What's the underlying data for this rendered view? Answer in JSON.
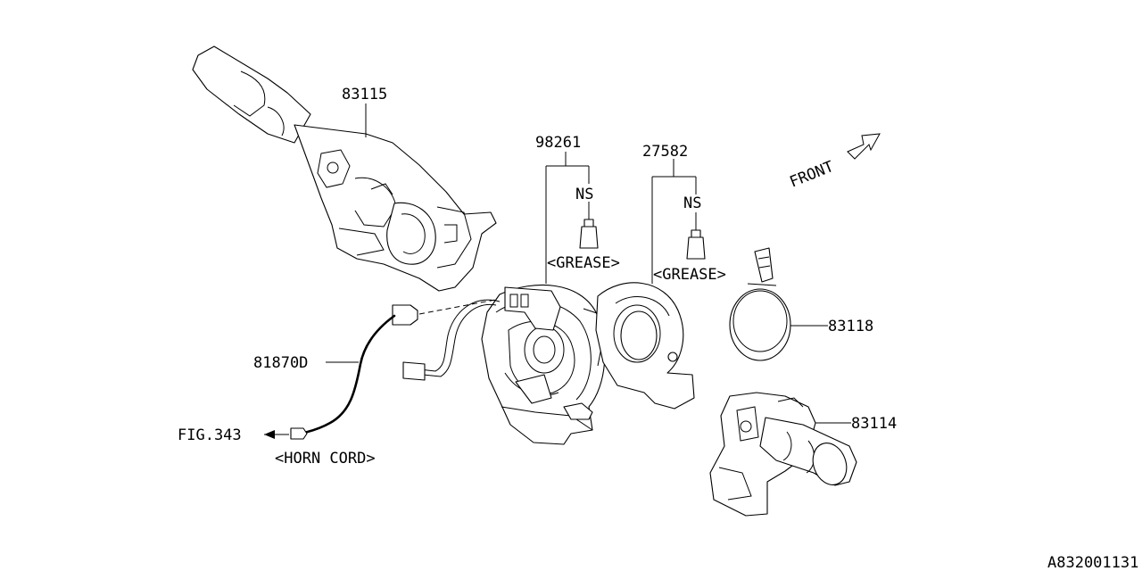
{
  "labels": {
    "p83115": "83115",
    "p98261": "98261",
    "p27582": "27582",
    "ns1": "NS",
    "ns2": "NS",
    "grease1": "<GREASE>",
    "grease2": "<GREASE>",
    "front": "FRONT",
    "p83118": "83118",
    "p81870d": "81870D",
    "p83114": "83114",
    "fig": "FIG.343",
    "horn_cord": "<HORN CORD>",
    "drawing_id": "A832001131"
  }
}
